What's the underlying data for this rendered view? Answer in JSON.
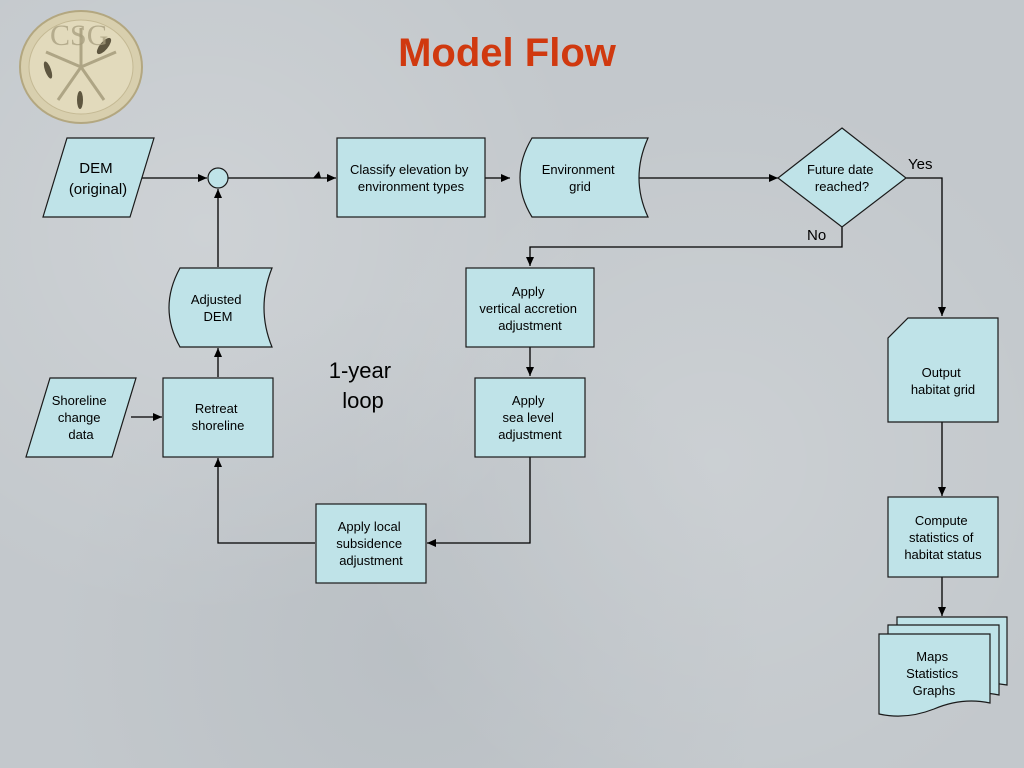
{
  "title": "Model Flow",
  "logo": {
    "icon": "sand-dollar-logo",
    "text": "CSG"
  },
  "nodes": {
    "dem_original": [
      "DEM",
      "(original)"
    ],
    "classify": [
      "Classify elevation by",
      "environment types"
    ],
    "env_grid": [
      "Environment",
      "grid"
    ],
    "future_date": [
      "Future date",
      "reached?"
    ],
    "adjusted_dem": [
      "Adjusted",
      "DEM"
    ],
    "vertical_accretion": [
      "Apply",
      "vertical accretion",
      "adjustment"
    ],
    "shoreline_change": [
      "Shoreline",
      "change",
      "data"
    ],
    "retreat": [
      "Retreat",
      "shoreline"
    ],
    "sea_level": [
      "Apply",
      "sea level",
      "adjustment"
    ],
    "subsidence": [
      "Apply local",
      "subsidence",
      "adjustment"
    ],
    "output": [
      "Output",
      "habitat grid"
    ],
    "compute": [
      "Compute",
      "statistics of",
      "habitat status"
    ],
    "maps": [
      "Maps",
      "Statistics",
      "Graphs"
    ]
  },
  "labels": {
    "yes": "Yes",
    "no": "No",
    "loop": [
      "1-year",
      "loop"
    ]
  },
  "colors": {
    "title": "#d0390f",
    "shape_fill": "#bfe3e8",
    "background": "#c3c8cc"
  }
}
